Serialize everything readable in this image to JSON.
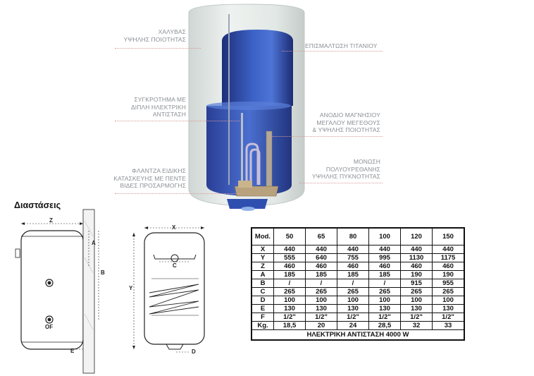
{
  "callouts": {
    "steel": "ΧΑΛΥΒΑΣ\nΥΨΗΛΗΣ ΠΟΙΟΤΗΤΑΣ",
    "double_heater": "ΣΥΓΚΡΟΤΗΜΑ ΜΕ\nΔΙΠΛΗ ΗΛΕΚΤΡΙΚΗ\nΑΝΤΙΣΤΑΣΗ",
    "flange": "ΦΛΑΝΤΖΑ ΕΙΔΙΚΗΣ\nΚΑΤΑΣΚΕΥΗΣ ΜΕ ΠΕΝΤΕ\nΒΙΔΕΣ ΠΡΟΣΑΡΜΟΓΗΣ",
    "titanium": "ΕΠΙΣΜΑΛΤΩΣΗ ΤΙΤΑΝΙΟΥ",
    "anode": "ΑΝΟΔΙΟ ΜΑΓΝΗΣΙΟΥ\nΜΕΓΑΛΟΥ ΜΕΓΕΘΟΥΣ\n& ΥΨΗΛΗΣ ΠΟΙΟΤΗΤΑΣ",
    "insulation": "ΜΟΝΩΣΗ\nΠΟΛΥΟΥΡΕΘΑΝΗΣ\nΥΨΗΛΗΣ ΠΥΚΝΟΤΗΤΑΣ"
  },
  "dimensions_title": "Διαστάσεις",
  "dim_labels": {
    "z": "Z",
    "a": "A",
    "b": "B",
    "e": "E",
    "x": "X",
    "y": "Y",
    "c": "C",
    "d": "D"
  },
  "table": {
    "header": [
      "Mod.",
      "50",
      "65",
      "80",
      "100",
      "120",
      "150"
    ],
    "rows": [
      [
        "X",
        "440",
        "440",
        "440",
        "440",
        "440",
        "440"
      ],
      [
        "Y",
        "555",
        "640",
        "755",
        "995",
        "1130",
        "1175"
      ],
      [
        "Z",
        "460",
        "460",
        "460",
        "460",
        "460",
        "460"
      ],
      [
        "A",
        "185",
        "185",
        "185",
        "185",
        "190",
        "190"
      ],
      [
        "B",
        "/",
        "/",
        "/",
        "/",
        "915",
        "955"
      ],
      [
        "C",
        "265",
        "265",
        "265",
        "265",
        "265",
        "265"
      ],
      [
        "D",
        "100",
        "100",
        "100",
        "100",
        "100",
        "100"
      ],
      [
        "E",
        "130",
        "130",
        "130",
        "130",
        "130",
        "130"
      ],
      [
        "F",
        "1/2\"",
        "1/2\"",
        "1/2\"",
        "1/2\"",
        "1/2\"",
        "1/2\""
      ],
      [
        "Kg.",
        "18,5",
        "20",
        "24",
        "28,5",
        "32",
        "33"
      ]
    ],
    "footer": "ΗΛΕΚΤΡΙΚΗ ΑΝΤΙΣΤΑΣΗ 4000 W"
  },
  "colors": {
    "tank_shell": "#e3e9e6",
    "inner_blue": "#2f4fb0",
    "callout_text": "#8a8f94",
    "leader_line": "#d89a9a"
  }
}
